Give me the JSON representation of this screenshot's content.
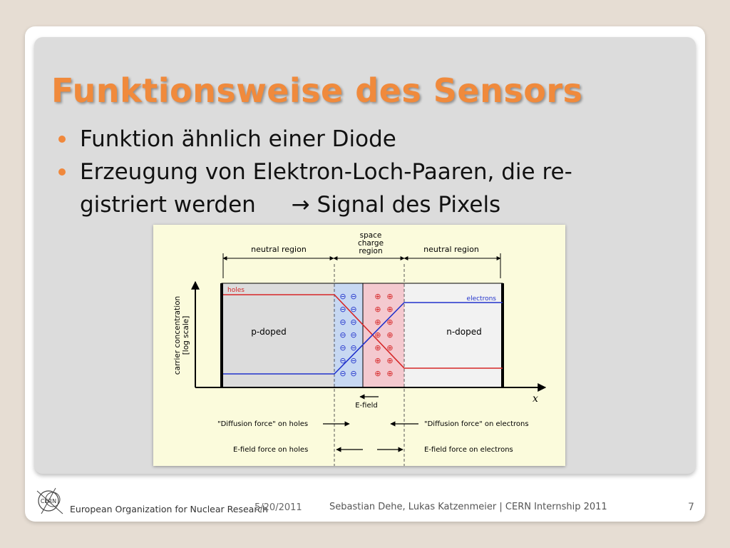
{
  "slide": {
    "title": "Funktionsweise des Sensors",
    "bullets": [
      {
        "text": "Funktion ähnlich einer Diode"
      },
      {
        "text": "Erzeugung von Elektron-Loch-Paaren, die re-",
        "line2_a": "gistriert werden",
        "arrow": "→",
        "line2_b": "Signal des Pixels"
      }
    ]
  },
  "figure": {
    "neutral_left": "neutral region",
    "space_charge": [
      "space",
      "charge",
      "region"
    ],
    "neutral_right": "neutral region",
    "y_axis": [
      "carrier concentration",
      "[log scale]"
    ],
    "x_axis": "x",
    "holes": "holes",
    "electrons": "electrons",
    "p_doped": "p-doped",
    "n_doped": "n-doped",
    "minus_symbol": "⊖",
    "plus_symbol": "⊕",
    "efield": "E-field",
    "diff_holes": "\"Diffusion force\" on holes",
    "diff_electrons": "\"Diffusion force\" on electrons",
    "ef_holes": "E-field force on holes",
    "ef_electrons": "E-field force on electrons",
    "colors": {
      "holes": "#d62728",
      "electrons": "#2233cc",
      "depletion_neg": "#c7d8f2",
      "depletion_pos": "#f4c9cf"
    }
  },
  "footer": {
    "organization": "European Organization for Nuclear Research",
    "logo_text": "CERN",
    "date": "5/20/2011",
    "authors": "Sebastian Dehe, Lukas Katzenmeier | CERN Internship 2011",
    "page": "7"
  }
}
